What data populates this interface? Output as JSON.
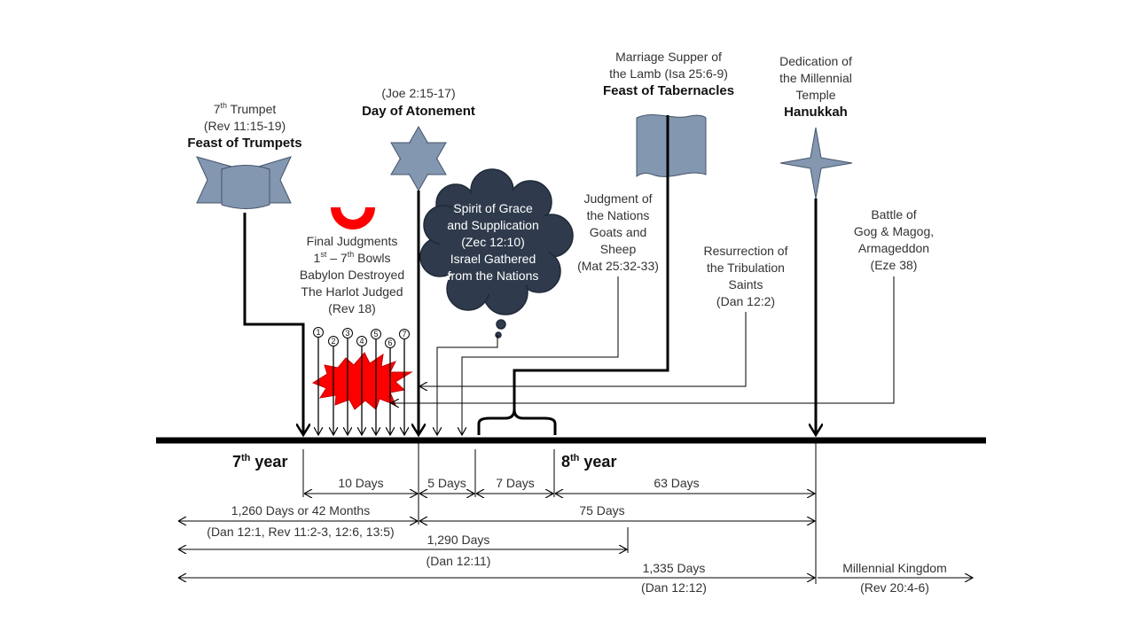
{
  "colors": {
    "shape_fill": "#8497b0",
    "cloud_fill": "#2f3b4c",
    "burst_fill": "#ff0000",
    "line": "#000000"
  },
  "trumpets": {
    "line1_pre": "7",
    "line1_sup": "th",
    "line1_post": " Trumpet",
    "line2": "(Rev 11:15-19)",
    "title": "Feast of Trumpets"
  },
  "atonement": {
    "line1": "(Joe 2:15-17)",
    "title": "Day of Atonement"
  },
  "tabernacles": {
    "line1": "Marriage Supper of",
    "line2": "the Lamb (Isa 25:6-9)",
    "title": "Feast of Tabernacles"
  },
  "hanukkah": {
    "line1": "Dedication of",
    "line2": "the Millennial",
    "line3": "Temple",
    "title": "Hanukkah"
  },
  "final_judgments": {
    "line1": "Final Judgments",
    "line2_a": "1",
    "line2_sup1": "st",
    "line2_b": " – 7",
    "line2_sup2": "th",
    "line2_c": " Bowls",
    "line3": "Babylon Destroyed",
    "line4": "The Harlot Judged",
    "line5": "(Rev 18)"
  },
  "bowls": [
    "1",
    "2",
    "3",
    "4",
    "5",
    "6",
    "7"
  ],
  "spirit": {
    "line1": "Spirit of Grace",
    "line2": "and Supplication",
    "line3": "(Zec 12:10)",
    "line4": "Israel Gathered",
    "line5": "from the Nations"
  },
  "nations": {
    "line1": "Judgment of",
    "line2": "the Nations",
    "line3": "Goats and",
    "line4": "Sheep",
    "line5": "(Mat 25:32-33)"
  },
  "resurrection": {
    "line1": "Resurrection of",
    "line2": "the Tribulation",
    "line3": "Saints",
    "line4": "(Dan 12:2)"
  },
  "battle": {
    "line1": "Battle of",
    "line2": "Gog & Magog,",
    "line3": "Armageddon",
    "line4": "(Eze 38)"
  },
  "year7": {
    "pre": "7",
    "sup": "th",
    "post": " year"
  },
  "year8": {
    "pre": "8",
    "sup": "th",
    "post": " year"
  },
  "spans": {
    "d10": "10 Days",
    "d5": "5 Days",
    "d7": "7 Days",
    "d63": "63 Days",
    "d1260": "1,260 Days or 42 Months",
    "d1260_ref": "(Dan 12:1, Rev 11:2-3, 12:6, 13:5)",
    "d75": "75 Days",
    "d1290": "1,290 Days",
    "d1290_ref": "(Dan 12:11)",
    "d1335": "1,335 Days",
    "d1335_ref": "(Dan 12:12)",
    "kingdom": "Millennial Kingdom",
    "kingdom_ref": "(Rev 20:4-6)"
  }
}
